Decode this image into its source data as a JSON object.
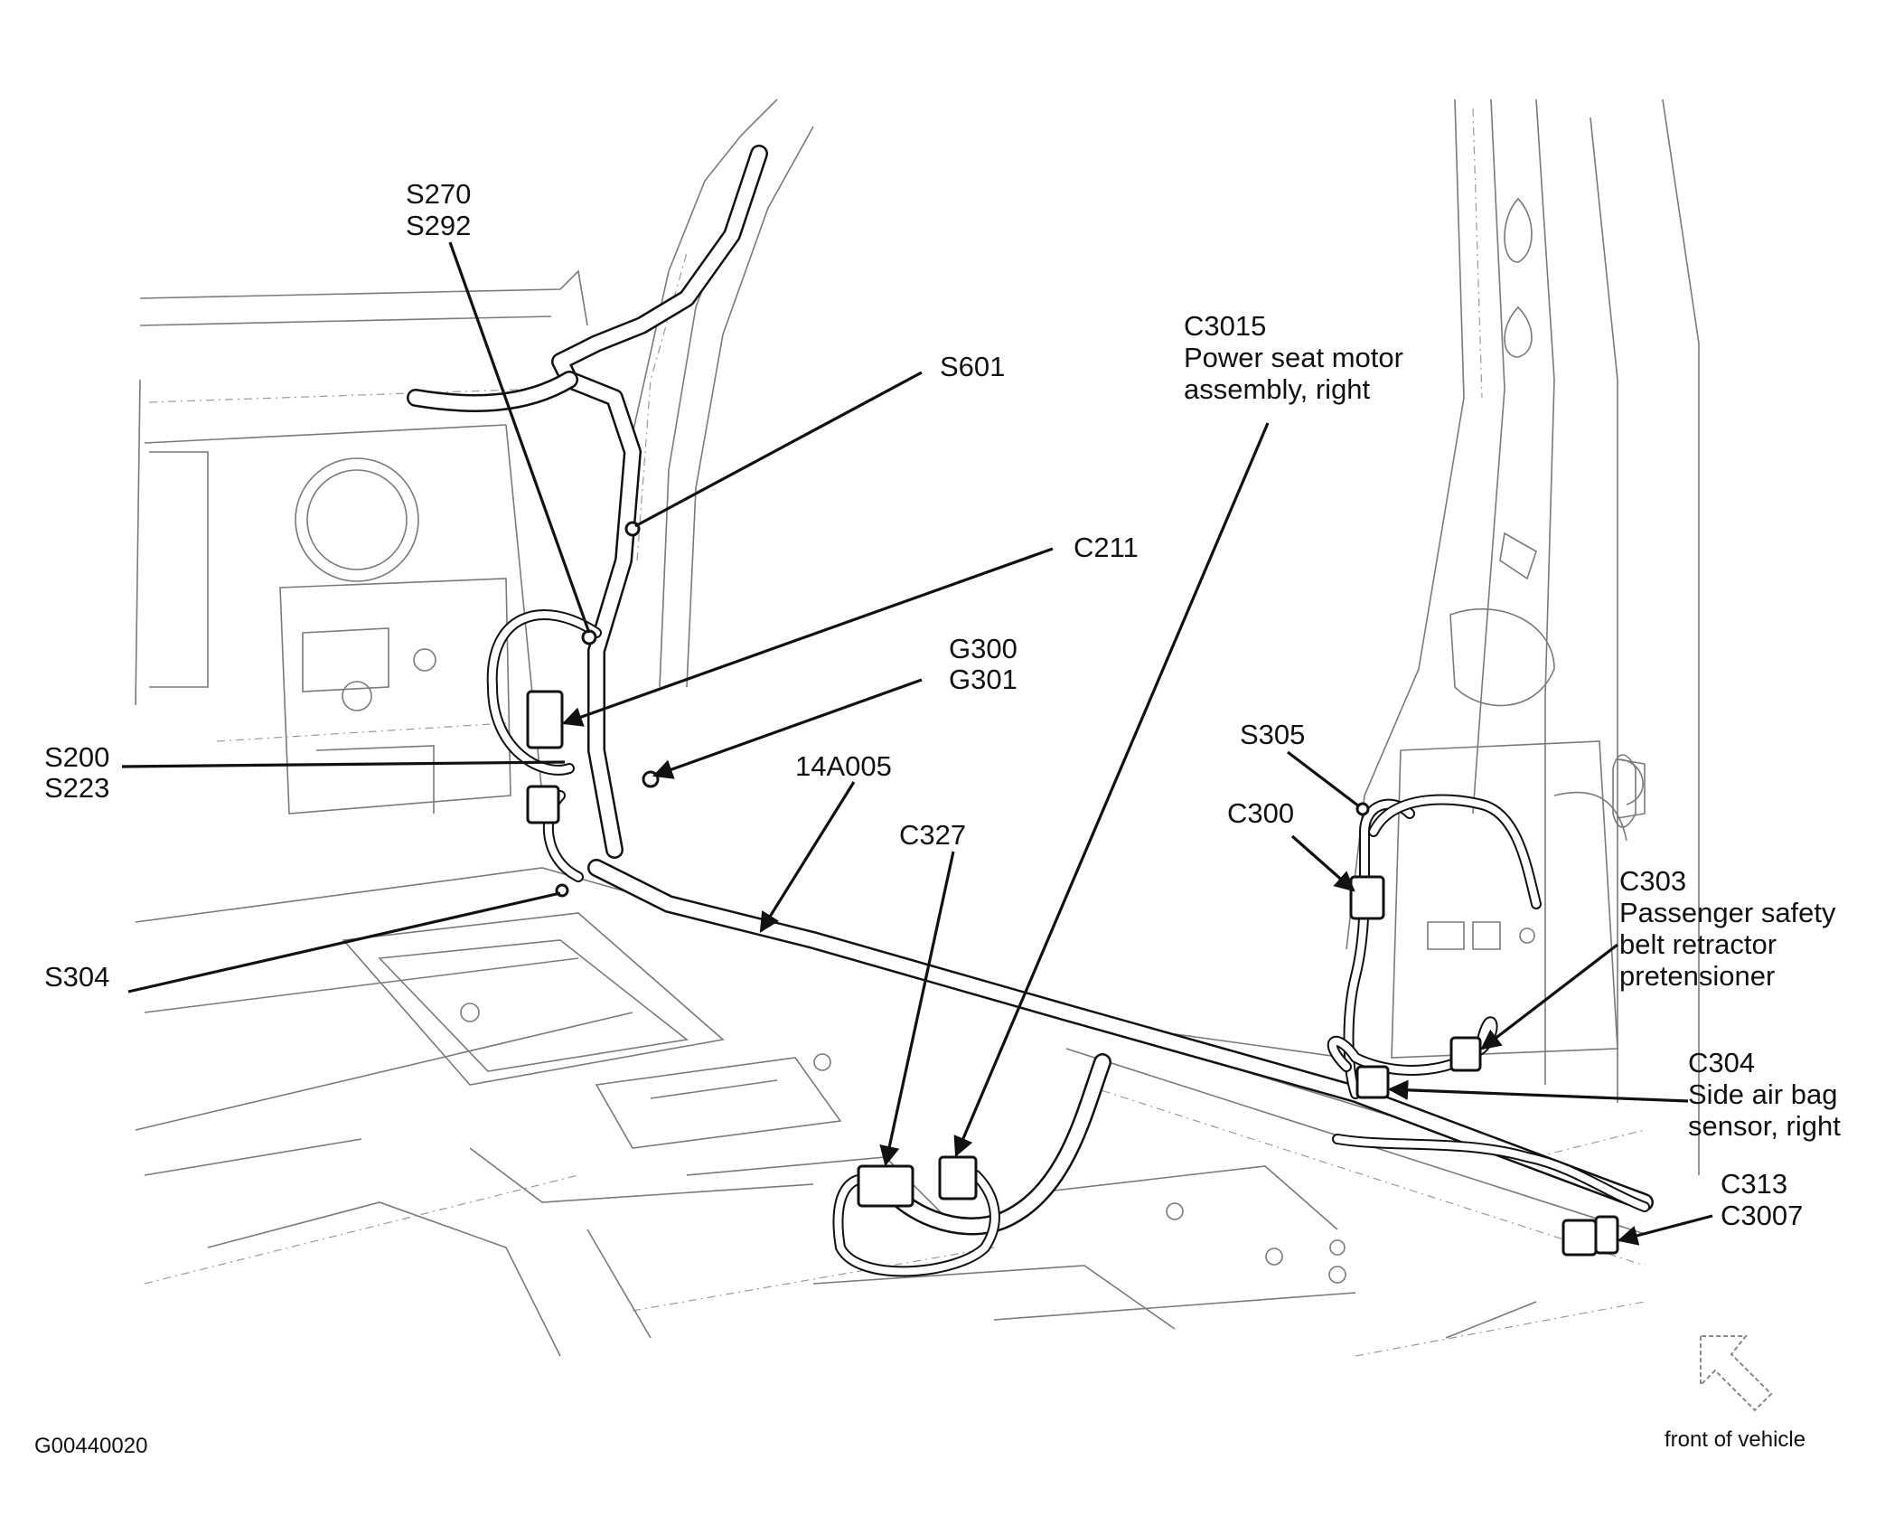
{
  "diagram_id": "G00440020",
  "orientation_label": "front of vehicle",
  "callouts": {
    "s270_s292": [
      "S270",
      "S292"
    ],
    "s601": [
      "S601"
    ],
    "c211": [
      "C211"
    ],
    "g300_g301": [
      "G300",
      "G301"
    ],
    "s200_s223": [
      "S200",
      "S223"
    ],
    "s304": [
      "S304"
    ],
    "a14a005": [
      "14A005"
    ],
    "c327": [
      "C327"
    ],
    "c3015": [
      "C3015",
      "Power seat motor",
      "assembly, right"
    ],
    "s305": [
      "S305"
    ],
    "c300": [
      "C300"
    ],
    "c303": [
      "C303",
      "Passenger safety",
      "belt retractor",
      "pretensioner"
    ],
    "c304": [
      "C304",
      "Side air bag",
      "sensor, right"
    ],
    "c313_c3007": [
      "C313",
      "C3007"
    ]
  }
}
